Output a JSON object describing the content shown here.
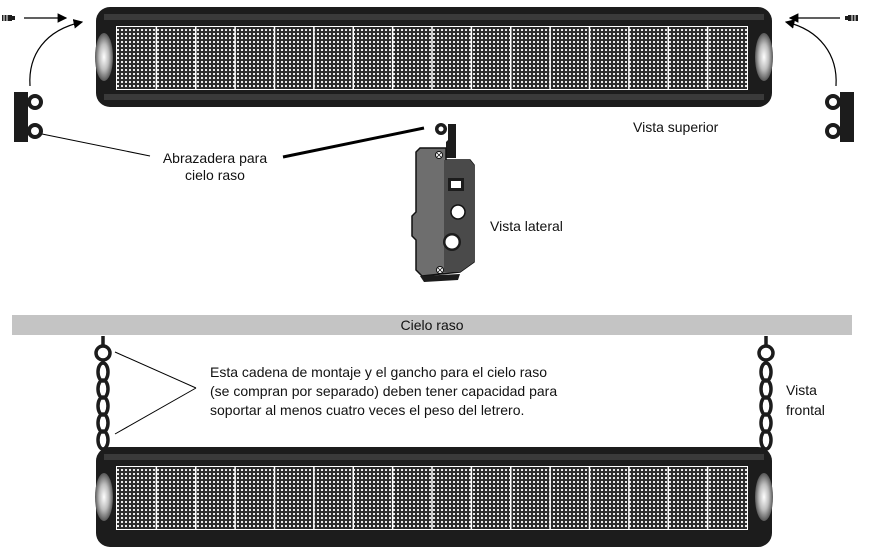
{
  "labels": {
    "clamp": [
      "Abrazadera para",
      "cielo raso"
    ],
    "top_view": "Vista superior",
    "side_view": "Vista lateral",
    "ceiling": "Cielo raso",
    "chain_note": [
      "Esta cadena de montaje y el gancho para el cielo raso",
      "(se compran por separado) deben tener capacidad para",
      "soportar al menos cuatro veces el peso del letrero."
    ],
    "front_view": [
      "Vista",
      "frontal"
    ]
  },
  "display": {
    "modules": 16
  },
  "colors": {
    "body": "#1c1c1c",
    "dots": "#ffffff",
    "ceiling": "#c4c4c4"
  }
}
